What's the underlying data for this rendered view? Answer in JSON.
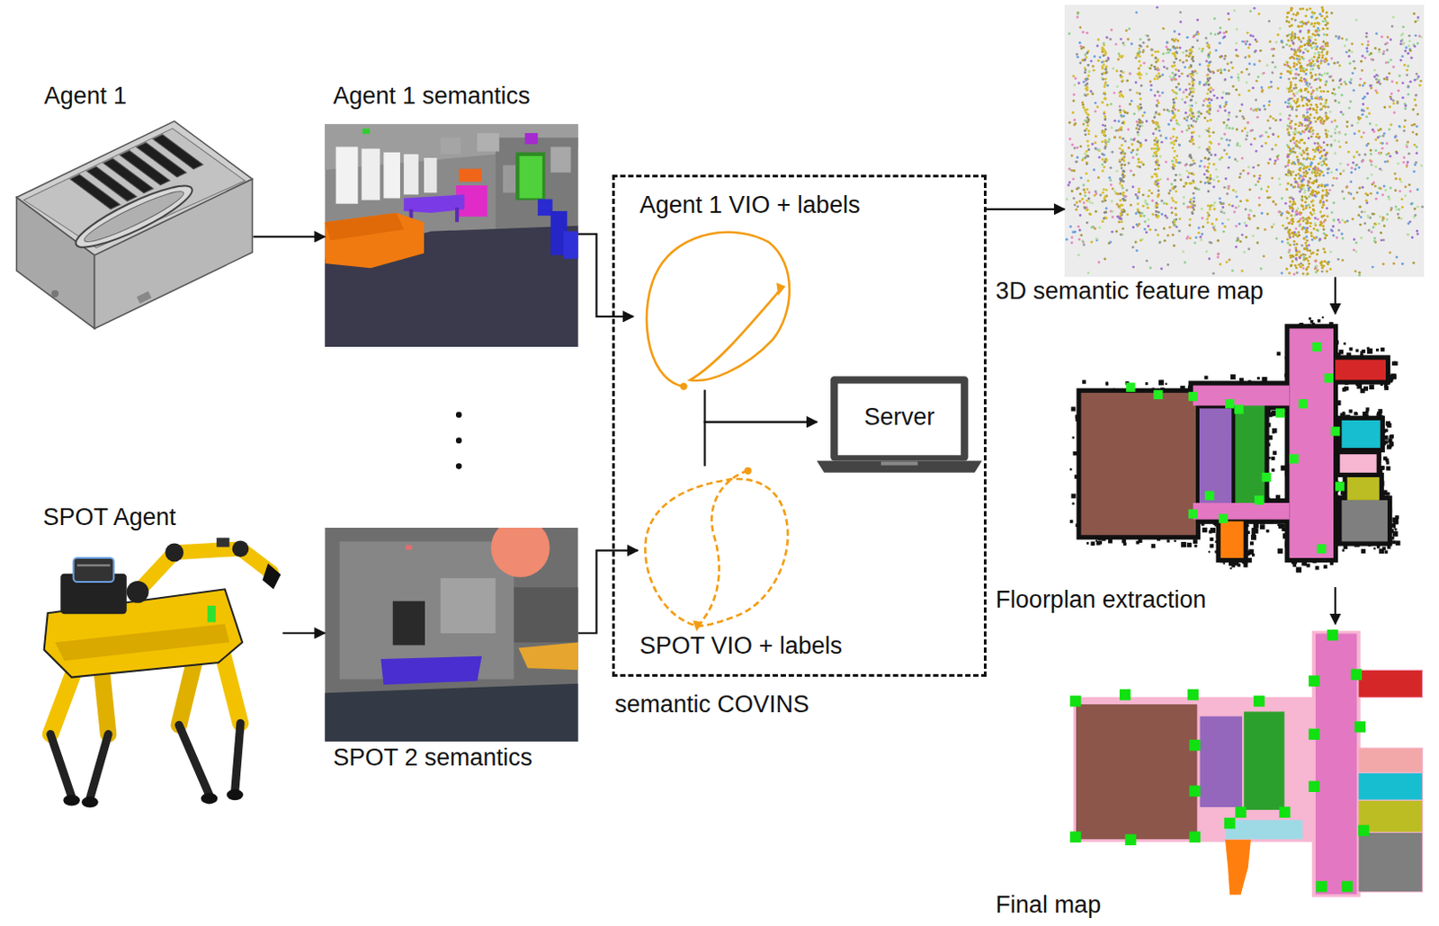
{
  "diagram": {
    "nodes": [
      {
        "text": [
          "Agent 1"
        ]
      },
      {
        "text": [
          "Agent 1 semantics"
        ]
      },
      {
        "text": [
          "SPOT Agent"
        ]
      },
      {
        "text": [
          "SPOT 2 semantics"
        ]
      },
      {
        "text": [
          "semantic COVINS"
        ]
      },
      {
        "text": [
          "Agent 1 VIO + labels"
        ],
        "in": 4
      },
      {
        "text": [
          "SPOT VIO + labels"
        ],
        "in": 4
      },
      {
        "text": [
          "Server"
        ],
        "in": 4
      },
      {
        "text": [
          "3D semantic feature map"
        ]
      },
      {
        "text": [
          "Floorplan extraction"
        ]
      },
      {
        "text": [
          "Final map"
        ]
      }
    ],
    "edges": [
      {
        "from": 0,
        "to": 1,
        "arrow": "to"
      },
      {
        "from": 2,
        "to": 3,
        "arrow": "to"
      },
      {
        "from": 1,
        "to": 5,
        "arrow": "to"
      },
      {
        "from": 3,
        "to": 6,
        "arrow": "to"
      },
      {
        "from": 5,
        "to": 7,
        "arrow": "to"
      },
      {
        "from": 6,
        "to": 7,
        "arrow": "to"
      },
      {
        "from": 4,
        "to": 8,
        "arrow": "to"
      },
      {
        "from": 8,
        "to": 9,
        "arrow": "to"
      },
      {
        "from": 9,
        "to": 10,
        "arrow": "to"
      }
    ]
  }
}
